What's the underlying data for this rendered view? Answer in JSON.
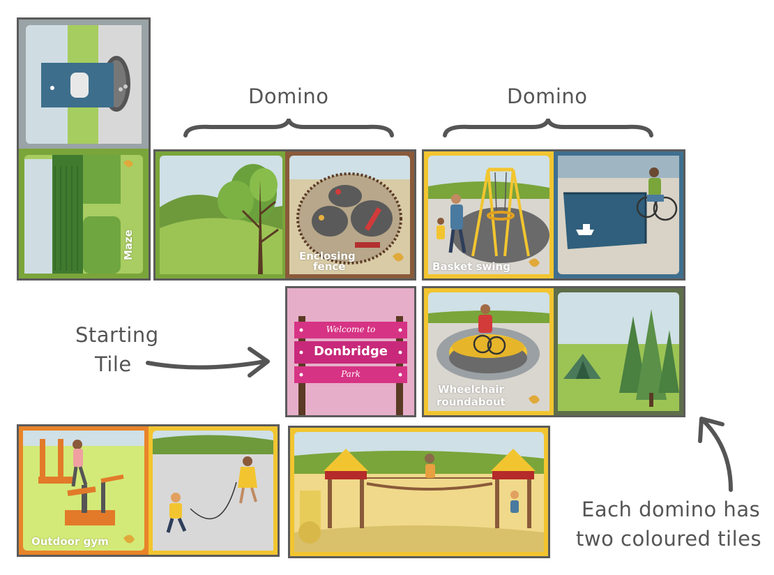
{
  "annotations": {
    "domino_left": "Domino",
    "domino_right": "Domino",
    "starting_line1": "Starting",
    "starting_line2": "Tile",
    "each_line1": "Each domino has",
    "each_line2": "two coloured tiles"
  },
  "tiles": {
    "maze": "Maze",
    "enclosing_fence_line1": "Enclosing",
    "enclosing_fence_line2": "fence",
    "basket_swing": "Basket swing",
    "wheelchair_line1": "Wheelchair",
    "wheelchair_line2": "roundabout",
    "outdoor_gym": "Outdoor gym"
  },
  "sign": {
    "welcome": "Welcome to",
    "name": "Donbridge",
    "park": "Park"
  },
  "colors": {
    "border": "#5b5b5b",
    "green_frame": "#7aa53a",
    "brown_frame": "#8a5a3a",
    "yellow_frame": "#f2c530",
    "blue_frame": "#3f6f8f",
    "orange_frame": "#e8842a",
    "pink_sign": "#d63384",
    "annotation_text": "#555555"
  }
}
